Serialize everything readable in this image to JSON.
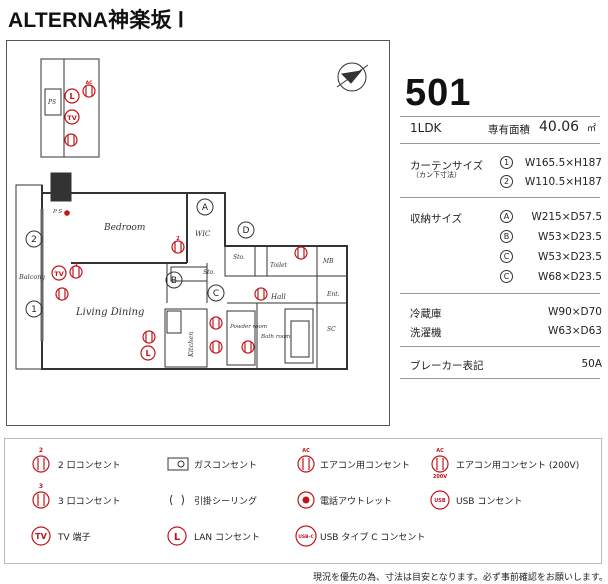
{
  "title": "ALTERNA神楽坂 Ⅰ",
  "plan": {
    "rooms": {
      "bedroom": "Bedroom",
      "wic": "WIC",
      "living_dining": "Living Dining",
      "kitchen": "Kitchen",
      "balcony": "Balcony",
      "sto1": "Sto.",
      "sto2": "Sto.",
      "toilet": "Toilet",
      "mb": "MB",
      "hall": "Hall",
      "ent": "Ent.",
      "sc": "SC",
      "powder": "Powder room",
      "bath": "Bath room",
      "ps1": "PS",
      "ps2": "P S"
    },
    "markers": {
      "a": "A",
      "b": "B",
      "c": "C",
      "d": "D",
      "one": "1",
      "two": "2"
    },
    "outlet_labels": {
      "l": "L",
      "tv": "TV",
      "ac": "AC",
      "n2": "2",
      "n3": "3"
    }
  },
  "unit": {
    "number": "501",
    "layout": "1LDK",
    "area_label": "専有面積",
    "area_value": "40.06",
    "area_unit": "㎡"
  },
  "curtain": {
    "label": "カーテンサイズ",
    "sub": "（カン下寸法）",
    "items": [
      {
        "mark": "1",
        "value": "W165.5×H187"
      },
      {
        "mark": "2",
        "value": "W110.5×H187"
      }
    ]
  },
  "storage": {
    "label": "収納サイズ",
    "items": [
      {
        "mark": "A",
        "value": "W215×D57.5"
      },
      {
        "mark": "B",
        "value": "W53×D23.5"
      },
      {
        "mark": "C",
        "value": "W53×D23.5"
      },
      {
        "mark": "C",
        "value": "W68×D23.5"
      }
    ]
  },
  "fridge": {
    "label": "冷蔵庫",
    "value": "W90×D70"
  },
  "washer": {
    "label": "洗濯機",
    "value": "W63×D63"
  },
  "breaker": {
    "label": "ブレーカー表記",
    "value": "50A"
  },
  "legend": {
    "outlet2": "2 口コンセント",
    "gas": "ガスコンセント",
    "ac": "エアコン用コンセント",
    "ac200": "エアコン用コンセント (200V)",
    "outlet3": "3 口コンセント",
    "ceiling": "引掛シーリング",
    "phone": "電話アウトレット",
    "usb": "USB コンセント",
    "tv": "TV 端子",
    "lan": "LAN コンセント",
    "usbc": "USB タイプ C コンセント",
    "icon_n2": "2",
    "icon_n3": "3",
    "icon_ac": "AC",
    "icon_200v": "200V",
    "icon_usb": "USB",
    "icon_tv": "TV",
    "icon_l": "L",
    "icon_usbc": "USB-C"
  },
  "note": "現況を優先の為、寸法は目安となります。必ず事前確認をお願いします。",
  "colors": {
    "outlet": "#c0141c",
    "line": "#333333"
  }
}
